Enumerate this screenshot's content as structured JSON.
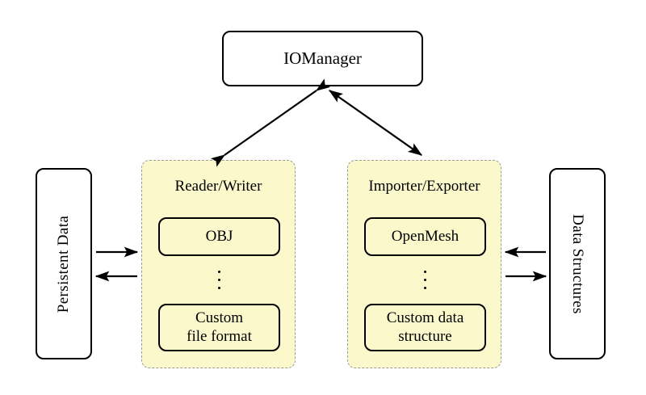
{
  "diagram": {
    "title_node": {
      "label": "IOManager"
    },
    "left_store": {
      "label": "Persistent Data"
    },
    "right_store": {
      "label": "Data Structures"
    },
    "panels": [
      {
        "id": "reader-writer",
        "title": "Reader/Writer",
        "items": [
          {
            "label": "OBJ"
          },
          {
            "label": "Custom\nfile format",
            "line1": "Custom",
            "line2": "file format"
          }
        ],
        "ellipsis": "⋮"
      },
      {
        "id": "importer-exporter",
        "title": "Importer/Exporter",
        "items": [
          {
            "label": "OpenMesh"
          },
          {
            "label": "Custom data\nstructure",
            "line1": "Custom data",
            "line2": "structure"
          }
        ],
        "ellipsis": "⋮"
      }
    ],
    "connections": [
      {
        "name": "iomanager-to-reader-writer",
        "kind": "double-arrow"
      },
      {
        "name": "iomanager-to-importer-exporter",
        "kind": "double-arrow"
      },
      {
        "name": "persistent-data-to-reader-writer",
        "kind": "arrow-right"
      },
      {
        "name": "reader-writer-to-persistent-data",
        "kind": "arrow-left"
      },
      {
        "name": "data-structures-to-importer-exporter",
        "kind": "arrow-left"
      },
      {
        "name": "importer-exporter-to-data-structures",
        "kind": "arrow-right"
      }
    ],
    "colors": {
      "panel_fill": "#fbf8cc",
      "panel_border": "#9a9a9a",
      "node_stroke": "#000000",
      "background": "#ffffff"
    }
  }
}
